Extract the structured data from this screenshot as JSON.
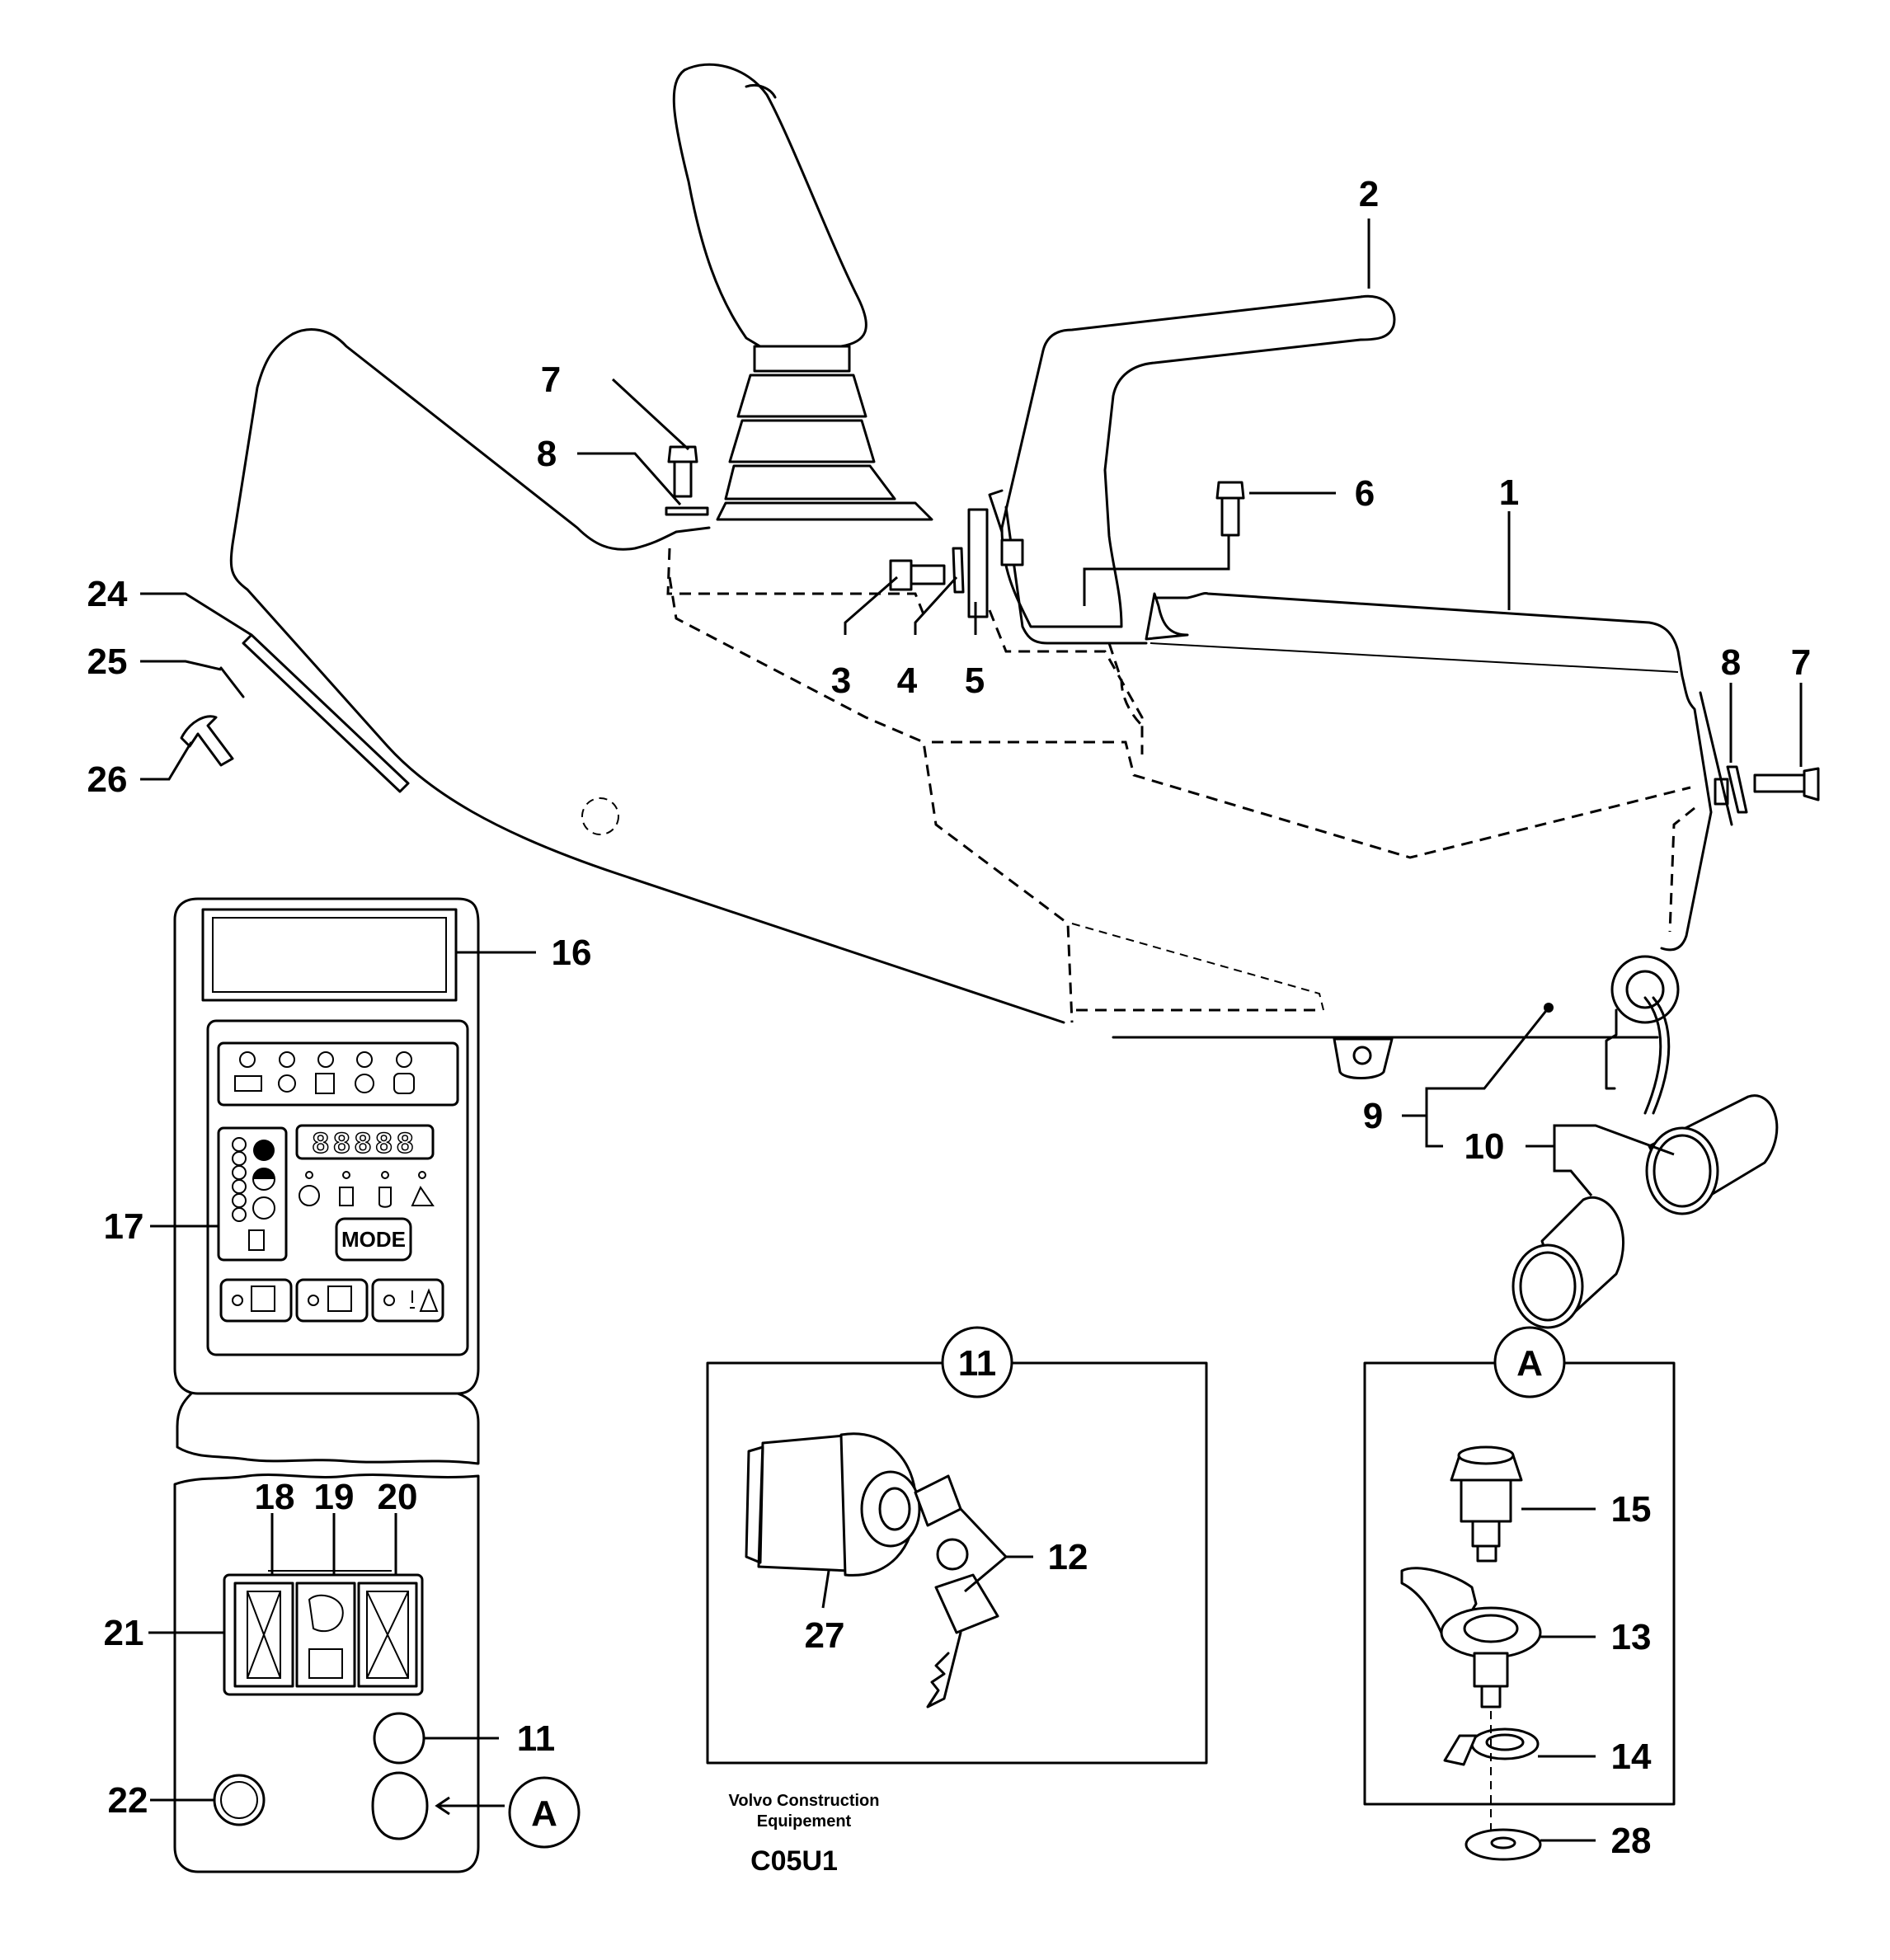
{
  "callouts": {
    "c1": "1",
    "c2": "2",
    "c3": "3",
    "c4": "4",
    "c5": "5",
    "c6": "6",
    "c7a": "7",
    "c7b": "7",
    "c8a": "8",
    "c8b": "8",
    "c9": "9",
    "c10": "10",
    "c11a": "11",
    "c11b": "11",
    "c12": "12",
    "c13": "13",
    "c14": "14",
    "c15": "15",
    "c16": "16",
    "c17": "17",
    "c18": "18",
    "c19": "19",
    "c20": "20",
    "c21": "21",
    "c22": "22",
    "c24": "24",
    "c25": "25",
    "c26": "26",
    "c27": "27",
    "c28": "28",
    "detailA1": "A",
    "detailA2": "A"
  },
  "panel": {
    "mode_label": "MODE",
    "display_digits": "88888"
  },
  "caption": {
    "line1": "Volvo Construction",
    "line2": "Equipement",
    "code": "C05U1"
  }
}
